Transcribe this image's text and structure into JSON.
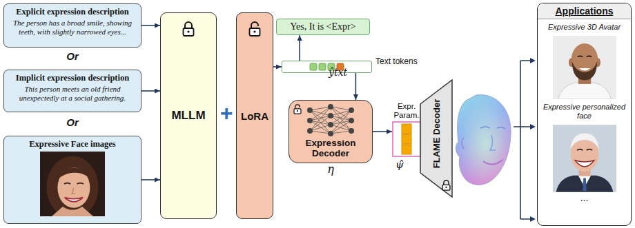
{
  "diagram": {
    "nodes": [
      {
        "text": [
          "Explicit expression description",
          "The person has a broad smile, showing teeth, with slightly narrowed eyes..."
        ]
      },
      {
        "text": [
          "Implicit expression description",
          "This person meets an old friend unexpectedly at a social gathering."
        ]
      },
      {
        "text": [
          "Expressive Face images"
        ]
      },
      {
        "text": [
          "MLLM"
        ]
      },
      {
        "text": [
          "LoRA"
        ]
      },
      {
        "text": [
          "Yes, It is <Expr>"
        ]
      },
      {
        "text": [
          "Text tokens"
        ]
      },
      {
        "text": [
          "Expression Decoder"
        ]
      },
      {
        "text": [
          "Expr. Param."
        ]
      },
      {
        "text": [
          "FLAME Decoder"
        ]
      },
      {
        "text": [
          "Applications",
          "Expressive 3D Avatar",
          "Expressive personalized face",
          "..."
        ]
      }
    ],
    "edges": [
      {
        "from": 0,
        "to": 3,
        "arrow": "to"
      },
      {
        "from": 1,
        "to": 3,
        "arrow": "to"
      },
      {
        "from": 2,
        "to": 3,
        "arrow": "to"
      },
      {
        "from": 4,
        "to": 6,
        "arrow": "to"
      },
      {
        "from": 6,
        "to": 5,
        "arrow": "to"
      },
      {
        "from": 6,
        "to": 7,
        "arrow": "to"
      },
      {
        "from": 7,
        "to": 8,
        "arrow": "to"
      },
      {
        "from": 8,
        "to": 9,
        "arrow": "to"
      }
    ],
    "labels": [
      "Or",
      "Or",
      "+",
      "ŷtxt",
      "η",
      "ψ̂"
    ]
  }
}
